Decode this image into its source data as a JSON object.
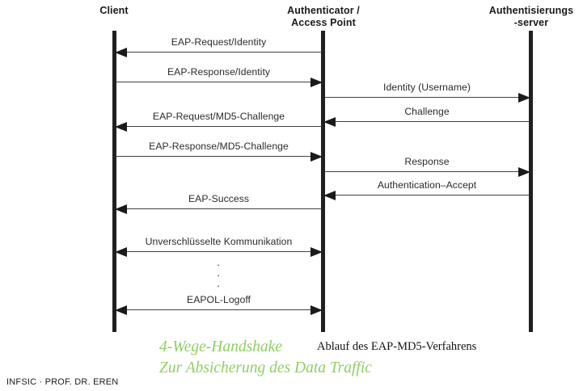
{
  "diagram": {
    "actors": [
      {
        "id": "client",
        "line1": "Client",
        "line2": ""
      },
      {
        "id": "authenticator",
        "line1": "Authenticator /",
        "line2": "Access Point"
      },
      {
        "id": "auth-server",
        "line1": "Authentisierungs",
        "line2": "-server"
      }
    ],
    "messages": [
      {
        "id": "eap-request-identity",
        "label": "EAP-Request/Identity",
        "from": "authenticator",
        "to": "client",
        "direction": "left"
      },
      {
        "id": "eap-response-identity",
        "label": "EAP-Response/Identity",
        "from": "client",
        "to": "authenticator",
        "direction": "right"
      },
      {
        "id": "identity-username",
        "label": "Identity (Username)",
        "from": "authenticator",
        "to": "auth-server",
        "direction": "right"
      },
      {
        "id": "challenge",
        "label": "Challenge",
        "from": "auth-server",
        "to": "authenticator",
        "direction": "left"
      },
      {
        "id": "eap-request-md5-challenge",
        "label": "EAP-Request/MD5-Challenge",
        "from": "authenticator",
        "to": "client",
        "direction": "left"
      },
      {
        "id": "eap-response-md5-challenge",
        "label": "EAP-Response/MD5-Challenge",
        "from": "client",
        "to": "authenticator",
        "direction": "right"
      },
      {
        "id": "response",
        "label": "Response",
        "from": "authenticator",
        "to": "auth-server",
        "direction": "right"
      },
      {
        "id": "authentication-accept",
        "label": "Authentication–Accept",
        "from": "auth-server",
        "to": "authenticator",
        "direction": "left"
      },
      {
        "id": "eap-success",
        "label": "EAP-Success",
        "from": "authenticator",
        "to": "client",
        "direction": "left"
      },
      {
        "id": "unverschluesselte-kommunikation",
        "label": "Unverschlüsselte Kommunikation",
        "from": "client",
        "to": "authenticator",
        "direction": "both"
      },
      {
        "id": "eapol-logoff",
        "label": "EAPOL-Logoff",
        "from": "client",
        "to": "authenticator",
        "direction": "both"
      }
    ],
    "ellipsis": "·"
  },
  "captions": {
    "green_line1": "4-Wege-Handshake",
    "green_line2": "Zur Absicherung des Data Traffic",
    "black": "Ablauf des EAP-MD5-Verfahrens",
    "green_color": "#8fcf62"
  },
  "footer": {
    "text": "INFSIC · PROF. DR. EREN"
  }
}
